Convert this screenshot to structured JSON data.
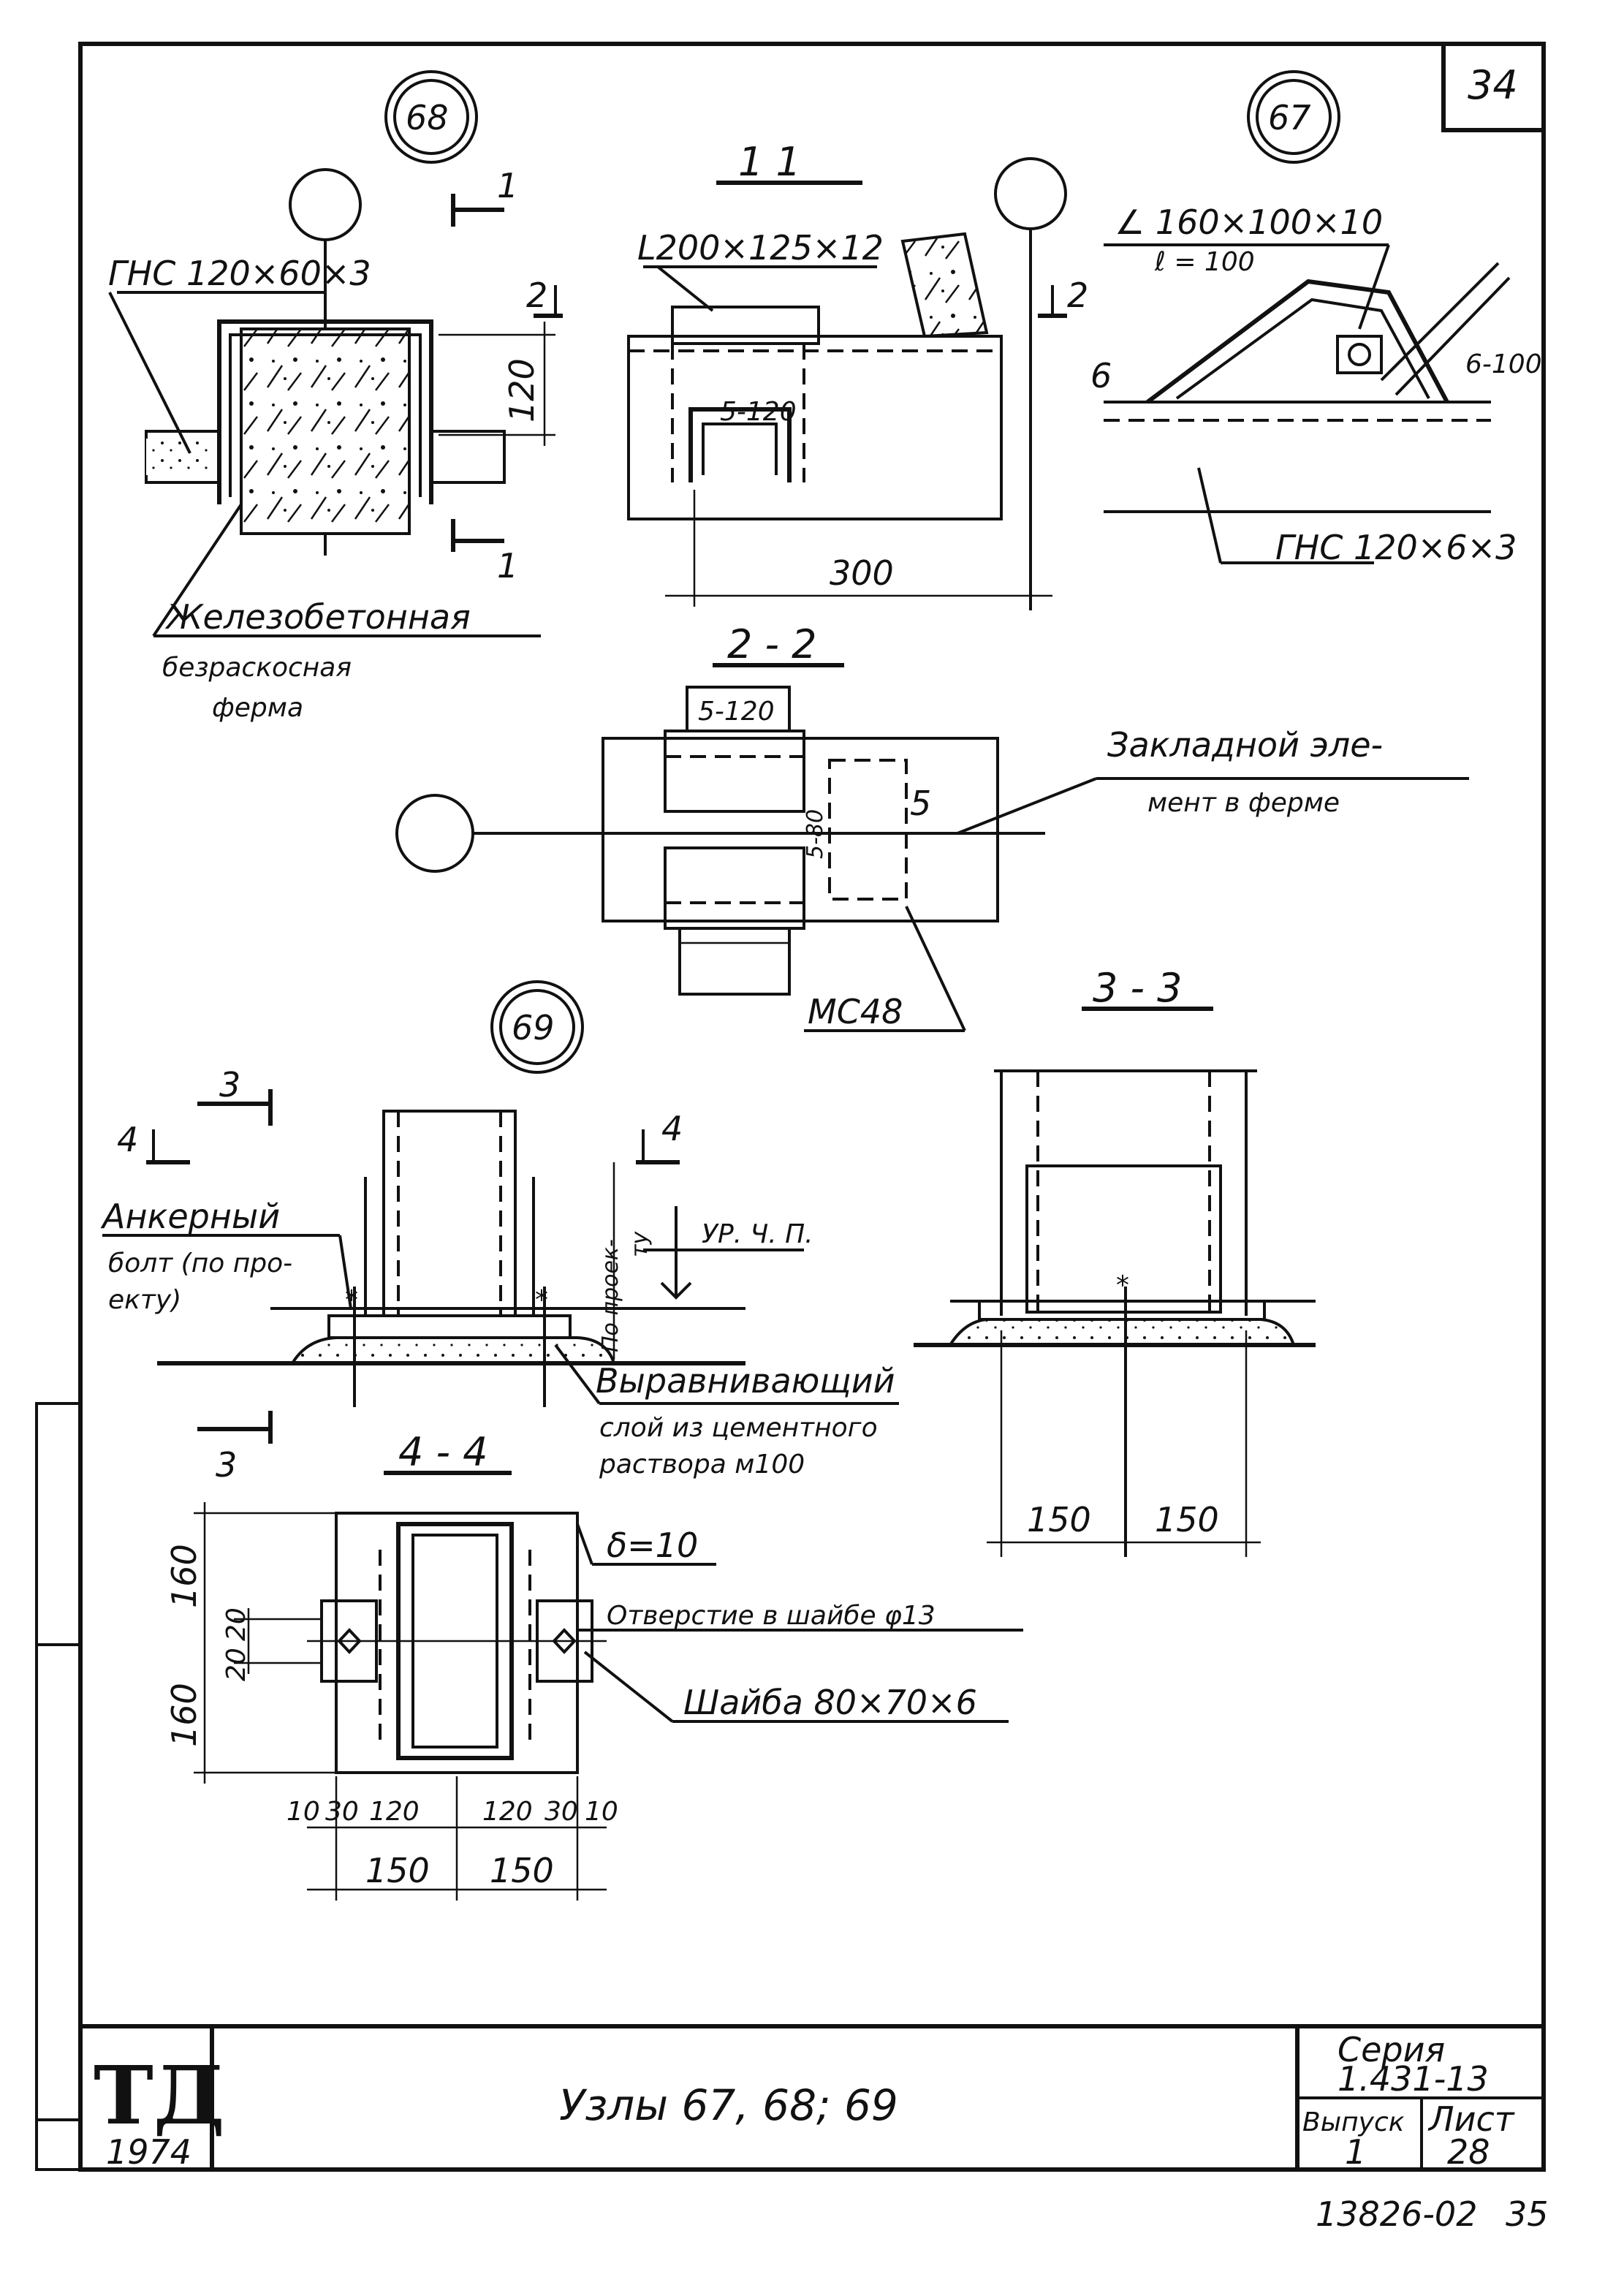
{
  "sheet": {
    "page_number": "34",
    "archive_number": "13826-02",
    "archive_tail": "35"
  },
  "nodes": {
    "n68": "68",
    "n67": "67",
    "n69": "69"
  },
  "node68": {
    "label_ghs": "ГНС 120×60×3",
    "cut_1_top": "1",
    "cut_1_bottom": "1",
    "cut_2": "2",
    "dim_120": "120",
    "caption_1": "Железобетонная",
    "caption_2": "безраскосная",
    "caption_3": "ферма"
  },
  "section11": {
    "title": "1 1",
    "angle_label": "L200×125×12",
    "weld_label": "5-120",
    "dim_300": "300",
    "cut_2": "2"
  },
  "node67": {
    "angle_label": "∠ 160×100×10",
    "length_label": "ℓ = 100",
    "weld_left": "6",
    "weld_right": "6-100",
    "ghs_label": "ГНС 120×6×3"
  },
  "section22": {
    "title": "2 - 2",
    "weld_top": "5-120",
    "weld_side": "5-80",
    "weld_right": "5",
    "mc_label": "МС48",
    "embed_1": "Закладной эле-",
    "embed_2": "мент в ферме"
  },
  "node69": {
    "cut_3_top": "3",
    "cut_3_bottom": "3",
    "cut_4_left": "4",
    "cut_4_right": "4",
    "anchor_1": "Анкерный",
    "anchor_2": "болт (по про-",
    "anchor_3": "екту)",
    "by_project_1": "По проек-",
    "by_project_2": "ту",
    "level_label": "УР. Ч. П.",
    "layer_1": "Выравнивающий",
    "layer_2": "слой из цементного",
    "layer_3": "раствора  м100"
  },
  "section33": {
    "title": "3 - 3",
    "dim_a": "150",
    "dim_b": "150"
  },
  "section44": {
    "title": "4 - 4",
    "delta_label": "δ=10",
    "hole_label": "Отверстие в шайбе φ13",
    "washer_label": "Шайба 80×70×6",
    "dim_160_top": "160",
    "dim_20a": "20",
    "dim_20b": "20",
    "dim_160_bottom": "160",
    "dims_row": [
      "10",
      "30",
      "120",
      "120",
      "30",
      "10"
    ],
    "dims_row2": [
      "150",
      "150"
    ]
  },
  "title_block": {
    "logo": "ТД",
    "year": "1974",
    "title": "Узлы  67,  68;  69",
    "series_label": "Серия",
    "series_value": "1.431-13",
    "issue_label": "Выпуск",
    "issue_value": "1",
    "sheet_label": "Лист",
    "sheet_value": "28"
  }
}
